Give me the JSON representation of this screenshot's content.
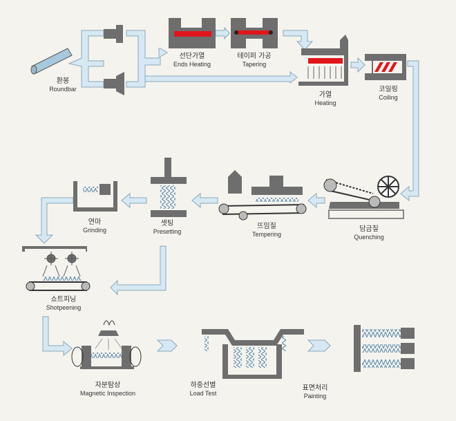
{
  "steps": [
    {
      "key": "roundbar",
      "ko": "환봉",
      "en": "Roundbar"
    },
    {
      "key": "ends_heating",
      "ko": "선단가열",
      "en": "Ends Heating"
    },
    {
      "key": "tapering",
      "ko": "테이퍼 가공",
      "en": "Tapering"
    },
    {
      "key": "heating",
      "ko": "가열",
      "en": "Heating"
    },
    {
      "key": "coiling",
      "ko": "코일링",
      "en": "Coiling"
    },
    {
      "key": "quenching",
      "ko": "담금질",
      "en": "Quenching"
    },
    {
      "key": "tempering",
      "ko": "뜨임질",
      "en": "Tempering"
    },
    {
      "key": "presetting",
      "ko": "셋팅",
      "en": "Presetting"
    },
    {
      "key": "grinding",
      "ko": "연마",
      "en": "Grinding"
    },
    {
      "key": "shotpeening",
      "ko": "쇼트피닝",
      "en": "Shotpeening"
    },
    {
      "key": "magnetic_inspection",
      "ko": "자분탐상",
      "en": "Magnetic Inspection"
    },
    {
      "key": "load_test",
      "ko": "하중선별",
      "en": "Load Test"
    },
    {
      "key": "painting",
      "ko": "표면처리",
      "en": "Painting"
    }
  ],
  "colors": {
    "flow": "#d6e8f3",
    "flow_edge": "#8aa8bb",
    "machine": "#6e6e6e",
    "heat": "#e0161b",
    "spring": "#9fc3dc",
    "bar": "#a8c8dd"
  },
  "icons": [
    "flow-arrow",
    "spring-coil",
    "heating-element",
    "conveyor",
    "gear-roller"
  ]
}
